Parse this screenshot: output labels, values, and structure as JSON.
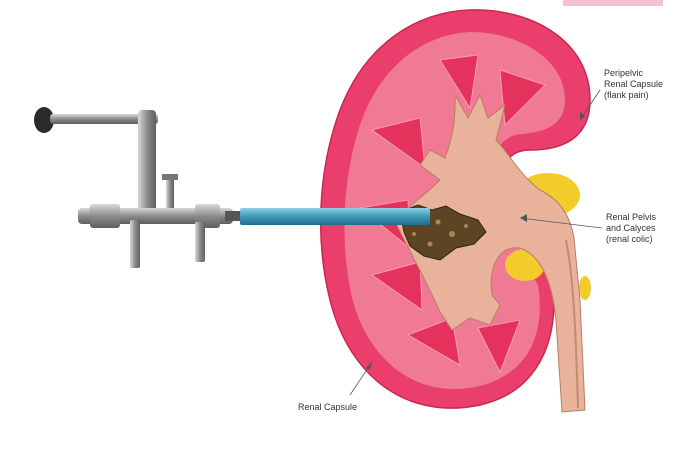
{
  "labels": {
    "peripelvic": [
      "Peripelvic",
      "Renal Capsule",
      "(flank pain)"
    ],
    "pelvis": [
      "Renal Pelvis",
      "and Calyces",
      "(renal colic)"
    ],
    "capsule": "Renal Capsule"
  },
  "colors": {
    "cortex": "#ea3f6c",
    "inner_cortex": "#f07a94",
    "pyramid": "#e83a62",
    "pelvis": "#e8b39a",
    "fat": "#f2cc2b",
    "scope": "#5aaac4",
    "metal": "#9a9a9a",
    "stone": "#5b4525"
  },
  "icons": [
    "nephroscope-icon",
    "kidney-icon",
    "kidney-stone-icon"
  ]
}
